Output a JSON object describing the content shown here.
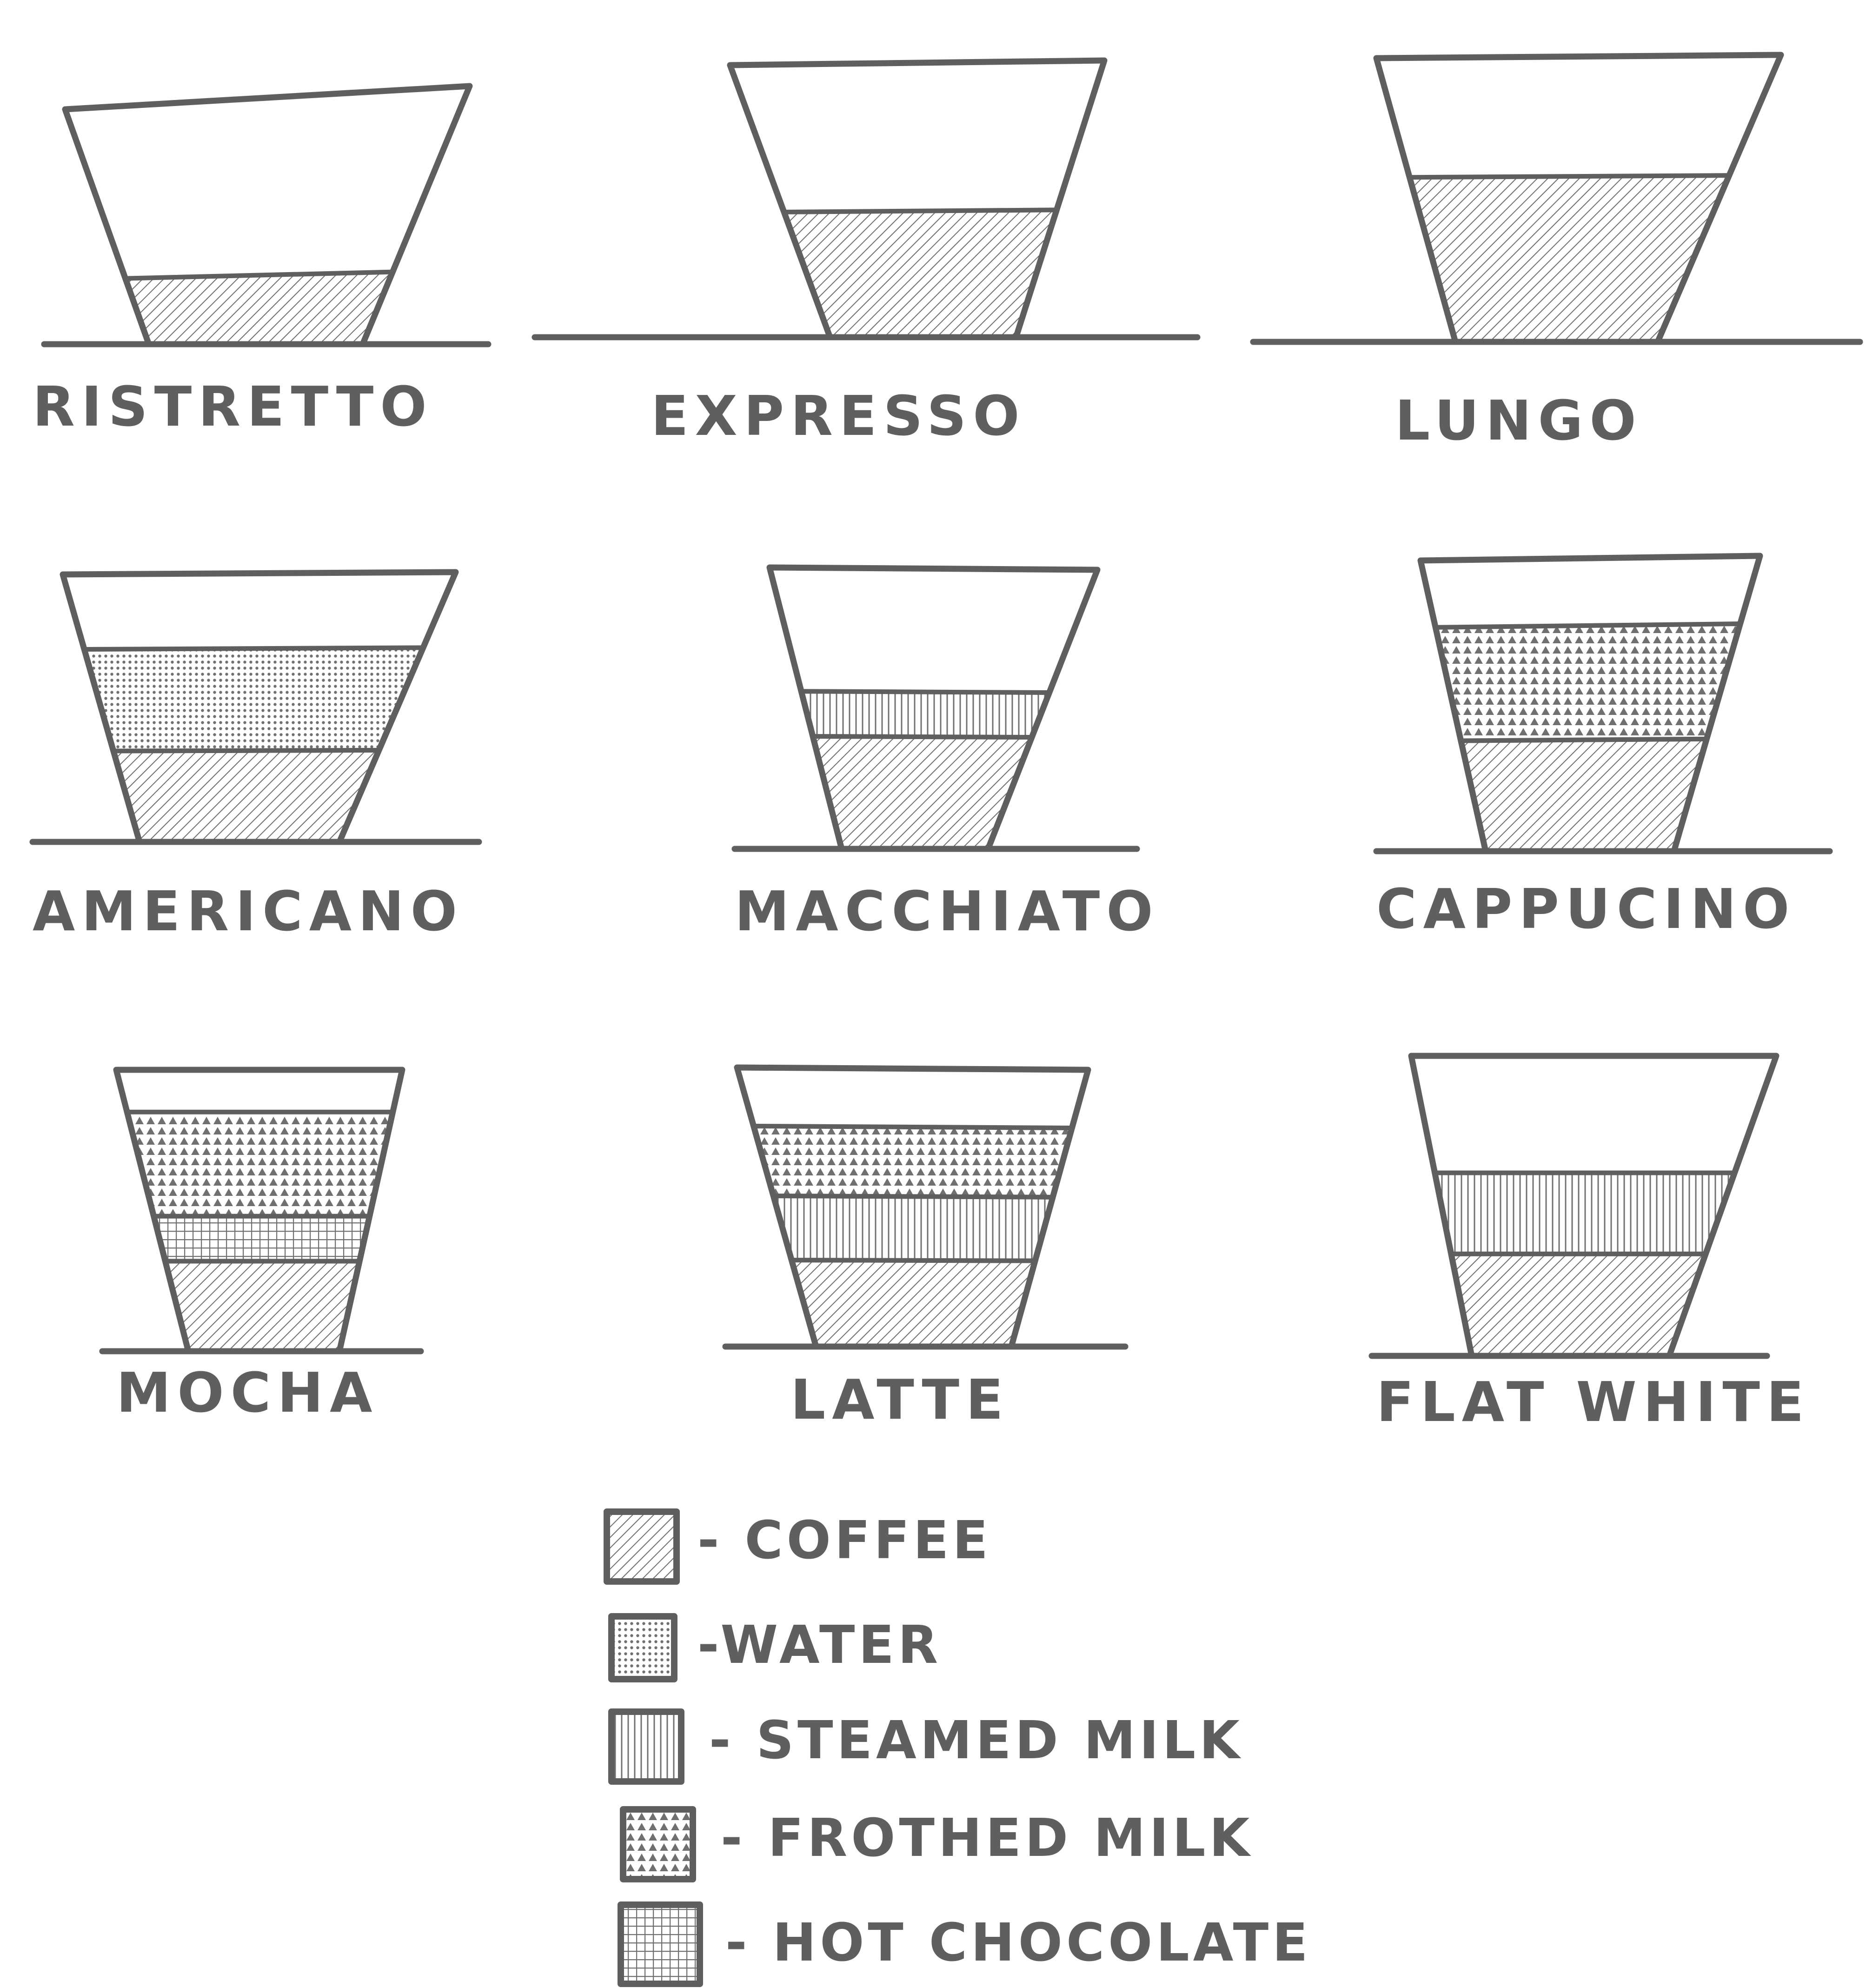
{
  "drinks": [
    {
      "name": "RISTRETTO",
      "layers": [
        {
          "type": "coffee",
          "fraction": 0.28
        }
      ]
    },
    {
      "name": "EXPRESSO",
      "layers": [
        {
          "type": "coffee",
          "fraction": 0.46
        }
      ]
    },
    {
      "name": "LUNGO",
      "layers": [
        {
          "type": "coffee",
          "fraction": 0.58
        }
      ]
    },
    {
      "name": "AMERICANO",
      "layers": [
        {
          "type": "coffee",
          "fraction": 0.34
        },
        {
          "type": "water",
          "fraction": 0.38
        }
      ]
    },
    {
      "name": "MACCHIATO",
      "layers": [
        {
          "type": "coffee",
          "fraction": 0.4
        },
        {
          "type": "steamed_milk",
          "fraction": 0.16
        }
      ]
    },
    {
      "name": "CAPPUCINO",
      "layers": [
        {
          "type": "coffee",
          "fraction": 0.38
        },
        {
          "type": "frothed_milk",
          "fraction": 0.39
        }
      ]
    },
    {
      "name": "MOCHA",
      "layers": [
        {
          "type": "coffee",
          "fraction": 0.32
        },
        {
          "type": "hot_chocolate",
          "fraction": 0.16
        },
        {
          "type": "frothed_milk",
          "fraction": 0.37
        }
      ]
    },
    {
      "name": "LATTE",
      "layers": [
        {
          "type": "coffee",
          "fraction": 0.31
        },
        {
          "type": "steamed_milk",
          "fraction": 0.23
        },
        {
          "type": "frothed_milk",
          "fraction": 0.25
        }
      ]
    },
    {
      "name": "FLAT WHITE",
      "layers": [
        {
          "type": "coffee",
          "fraction": 0.34
        },
        {
          "type": "steamed_milk",
          "fraction": 0.27
        }
      ]
    }
  ],
  "legend": [
    {
      "type": "coffee",
      "label": "- COFFEE"
    },
    {
      "type": "water",
      "label": "-WATER"
    },
    {
      "type": "steamed_milk",
      "label": "- STEAMED MILK"
    },
    {
      "type": "frothed_milk",
      "label": "- FROTHED MILK"
    },
    {
      "type": "hot_chocolate",
      "label": "- HOT CHOCOLATE"
    }
  ],
  "colors": {
    "ink": "#5f5f5f",
    "fill_ink": "#707070",
    "paper": "#ffffff"
  }
}
